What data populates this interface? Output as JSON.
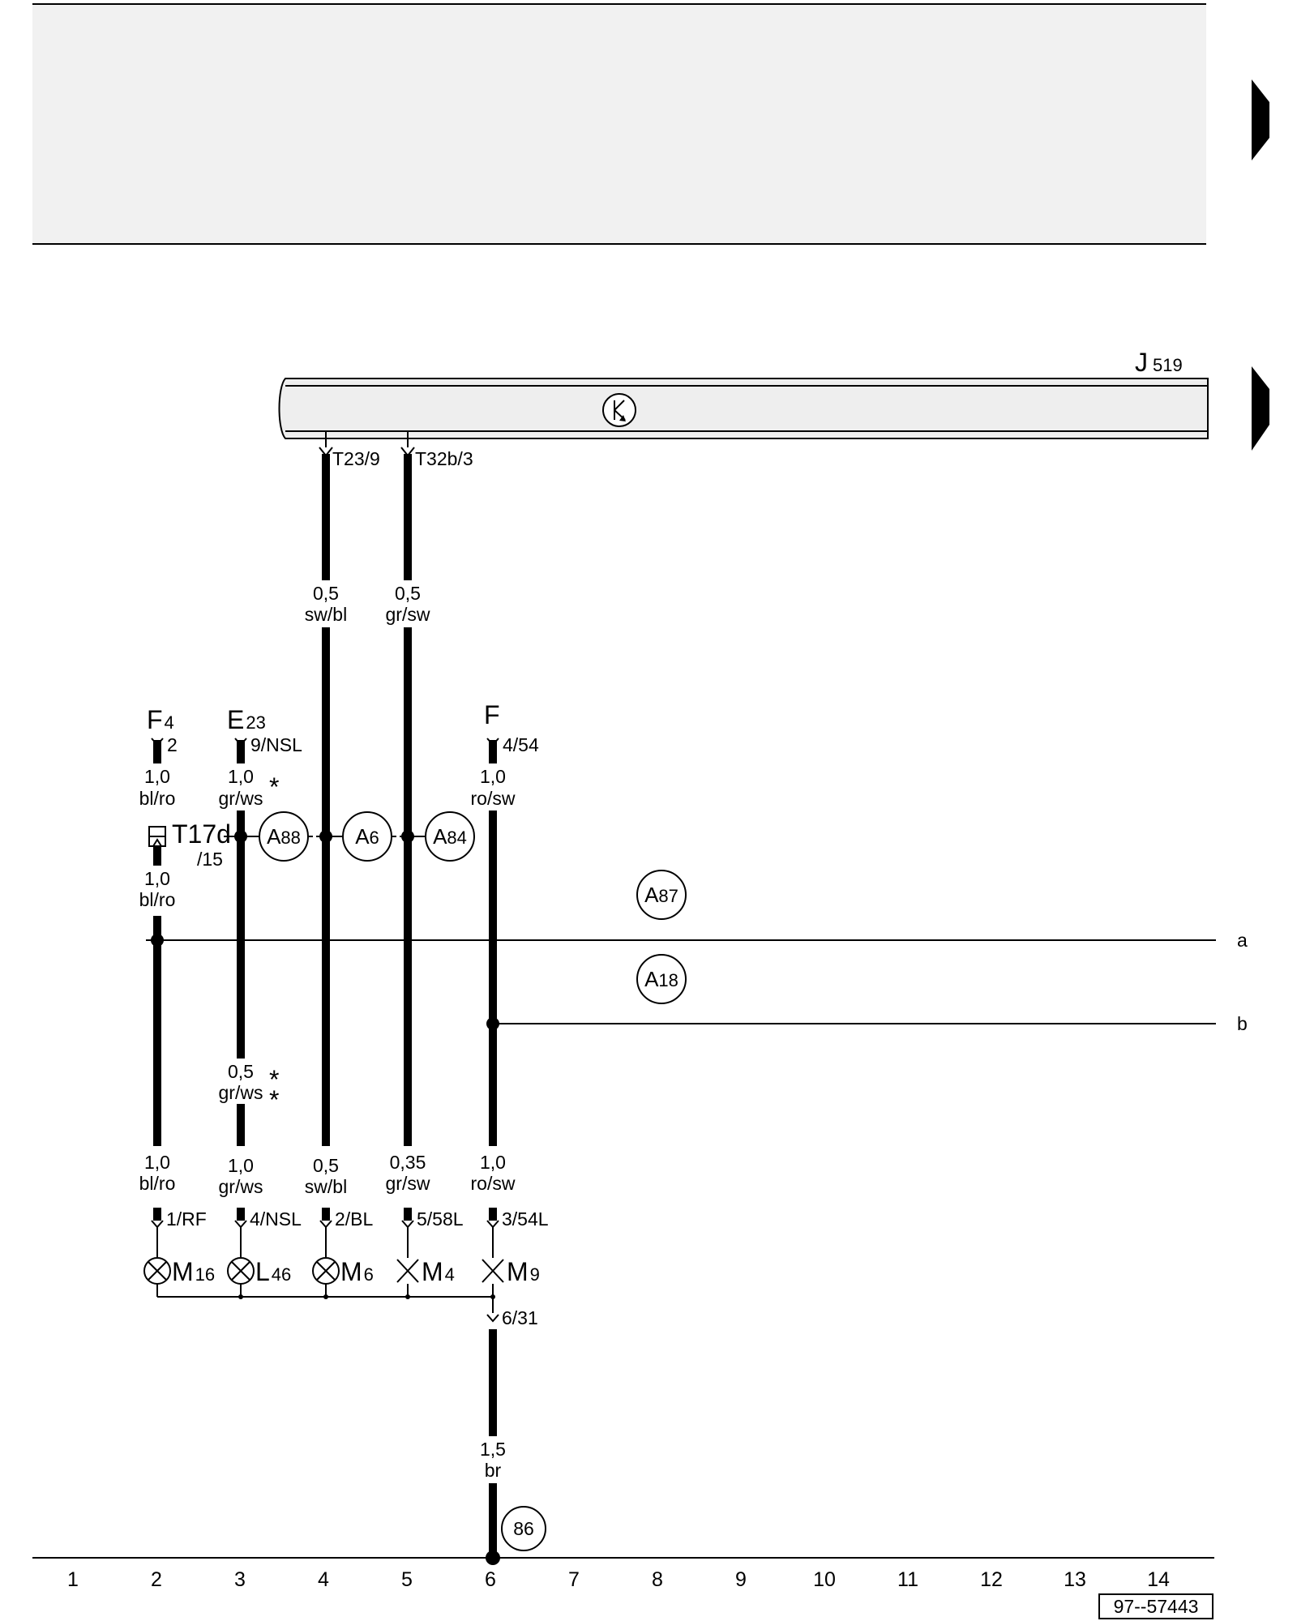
{
  "components": {
    "control_unit": {
      "letter": "J",
      "number": "519"
    },
    "fuse_F4": {
      "letter": "F",
      "number": "4",
      "pin": "2"
    },
    "switch_E23": {
      "letter": "E",
      "number": "23",
      "pin": "9/NSL"
    },
    "switch_F": {
      "letter": "F",
      "pin": "4/54"
    },
    "connector_T17d": {
      "name": "T17d",
      "pin": "/15"
    }
  },
  "connectors": {
    "t23": "T23/9",
    "t32b": "T32b/3",
    "ground_point": "6/31"
  },
  "wires": {
    "w4_top": {
      "size": "0,5",
      "color": "sw/bl"
    },
    "w5_top": {
      "size": "0,5",
      "color": "gr/sw"
    },
    "w2_top": {
      "size": "1,0",
      "color": "bl/ro"
    },
    "w3_top": {
      "size": "1,0",
      "color": "gr/ws"
    },
    "w6_top": {
      "size": "1,0",
      "color": "ro/sw"
    },
    "w2_mid": {
      "size": "1,0",
      "color": "bl/ro"
    },
    "w3_mid": {
      "size": "0,5",
      "color": "gr/ws"
    },
    "w2_bot": {
      "size": "1,0",
      "color": "bl/ro"
    },
    "w3_bot": {
      "size": "1,0",
      "color": "gr/ws"
    },
    "w4_bot": {
      "size": "0,5",
      "color": "sw/bl"
    },
    "w5_bot": {
      "size": "0,35",
      "color": "gr/sw"
    },
    "w6_bot": {
      "size": "1,0",
      "color": "ro/sw"
    },
    "w6_ground": {
      "size": "1,5",
      "color": "br"
    }
  },
  "markers": {
    "star": "*"
  },
  "splices": {
    "A88": {
      "letter": "A",
      "number": "88"
    },
    "A6": {
      "letter": "A",
      "number": "6"
    },
    "A84": {
      "letter": "A",
      "number": "84"
    },
    "A87": {
      "letter": "A",
      "number": "87"
    },
    "A18": {
      "letter": "A",
      "number": "18"
    },
    "ground_86": "86"
  },
  "continuations": {
    "a": "a",
    "b": "b"
  },
  "bulbs": [
    {
      "pin": "1/RF",
      "letter": "M",
      "number": "16"
    },
    {
      "pin": "4/NSL",
      "letter": "L",
      "number": "46"
    },
    {
      "pin": "2/BL",
      "letter": "M",
      "number": "6"
    },
    {
      "pin": "5/58L",
      "letter": "M",
      "number": "4"
    },
    {
      "pin": "3/54L",
      "letter": "M",
      "number": "9"
    }
  ],
  "ruler": [
    "1",
    "2",
    "3",
    "4",
    "5",
    "6",
    "7",
    "8",
    "9",
    "10",
    "11",
    "12",
    "13",
    "14"
  ],
  "reference": "97--57443"
}
